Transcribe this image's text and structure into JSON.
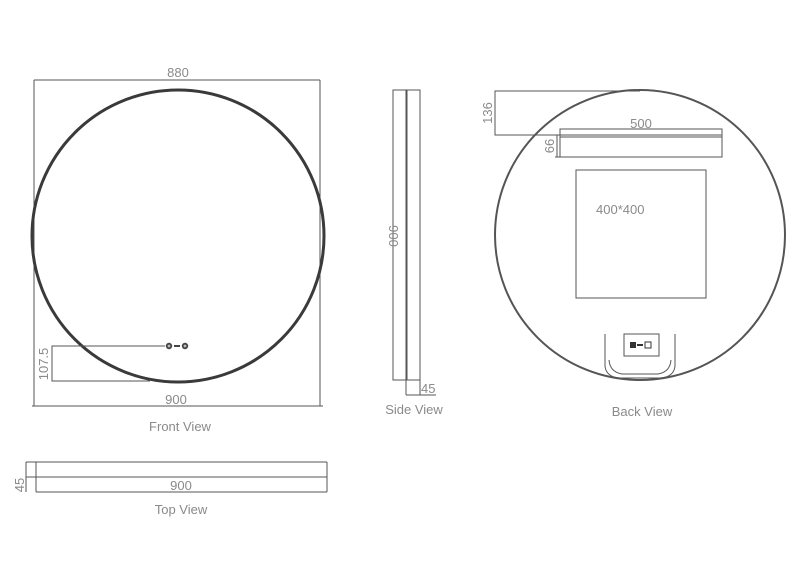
{
  "front_view": {
    "title": "Front View",
    "dim_width_outer": "880",
    "dim_width_bottom": "900",
    "dim_switch_height": "107.5"
  },
  "side_view": {
    "title": "Side View",
    "dim_height": "900",
    "dim_depth": "45"
  },
  "back_view": {
    "title": "Back View",
    "dim_top_offset": "136",
    "dim_bracket_width": "500",
    "dim_bracket_height": "66",
    "dim_panel": "400*400"
  },
  "top_view": {
    "title": "Top View",
    "dim_width": "900",
    "dim_depth": "45"
  },
  "colors": {
    "line": "#3a3a3a",
    "dimension_text": "#8a8a8a"
  }
}
